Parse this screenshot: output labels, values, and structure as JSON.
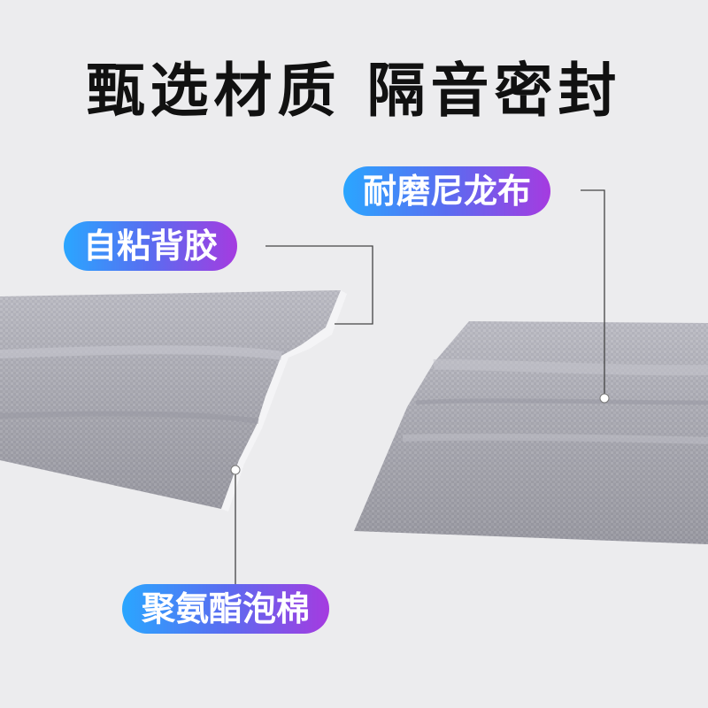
{
  "headline": "甄选材质 隔音密封",
  "labels": {
    "top_right": "耐磨尼龙布",
    "left": "自粘背胶",
    "bottom": "聚氨酯泡棉"
  },
  "colors": {
    "background": "#ececee",
    "fabric": "#a9a9b3",
    "label_gradient_start": "#2aa6ff",
    "label_gradient_end": "#a53be0"
  }
}
